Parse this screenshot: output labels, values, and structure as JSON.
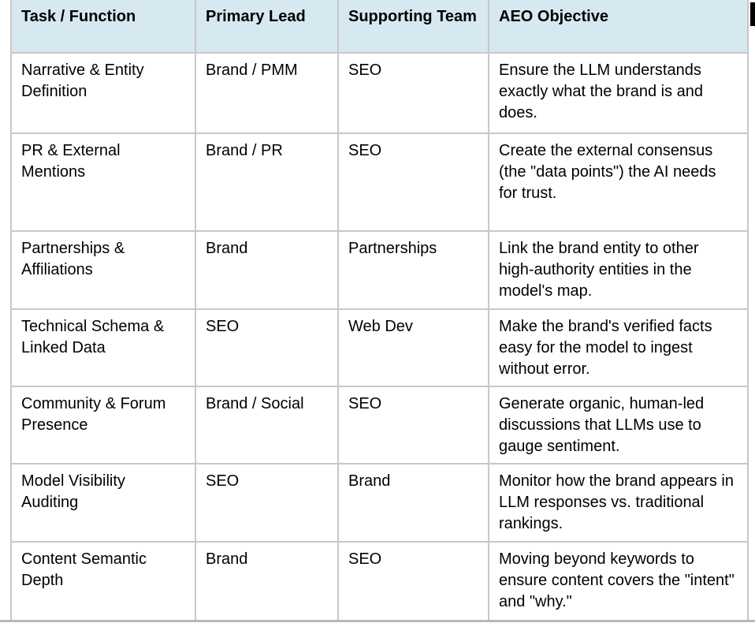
{
  "table": {
    "headers": [
      "Task / Function",
      "Primary Lead",
      "Supporting Team",
      "AEO Objective"
    ],
    "rows": [
      [
        "Narrative & Entity Definition",
        "Brand / PMM",
        "SEO",
        "Ensure the LLM understands exactly what the brand is and does."
      ],
      [
        "PR & External Mentions",
        "Brand / PR",
        "SEO",
        "Create the external consensus (the \"data points\") the AI needs for trust."
      ],
      [
        "Partnerships & Affiliations",
        "Brand",
        "Partnerships",
        "Link the brand entity to other high-authority entities in the model's map."
      ],
      [
        "Technical Schema & Linked Data",
        "SEO",
        "Web Dev",
        "Make the brand's verified facts easy for the model to ingest without error."
      ],
      [
        "Community & Forum Presence",
        "Brand / Social",
        "SEO",
        "Generate organic, human-led discussions that LLMs use to gauge sentiment."
      ],
      [
        "Model Visibility Auditing",
        "SEO",
        "Brand",
        "Monitor how the brand appears in LLM responses vs. traditional rankings."
      ],
      [
        "Content Semantic Depth",
        "Brand",
        "SEO",
        "Moving beyond keywords to ensure content covers the \"intent\" and \"why.\""
      ]
    ]
  },
  "colors": {
    "header_background": "#d6e8f0",
    "grid_border": "#c8c8c8",
    "text": "#000000",
    "caret": "#000000",
    "bottom_rule": "#b8b8b8"
  }
}
